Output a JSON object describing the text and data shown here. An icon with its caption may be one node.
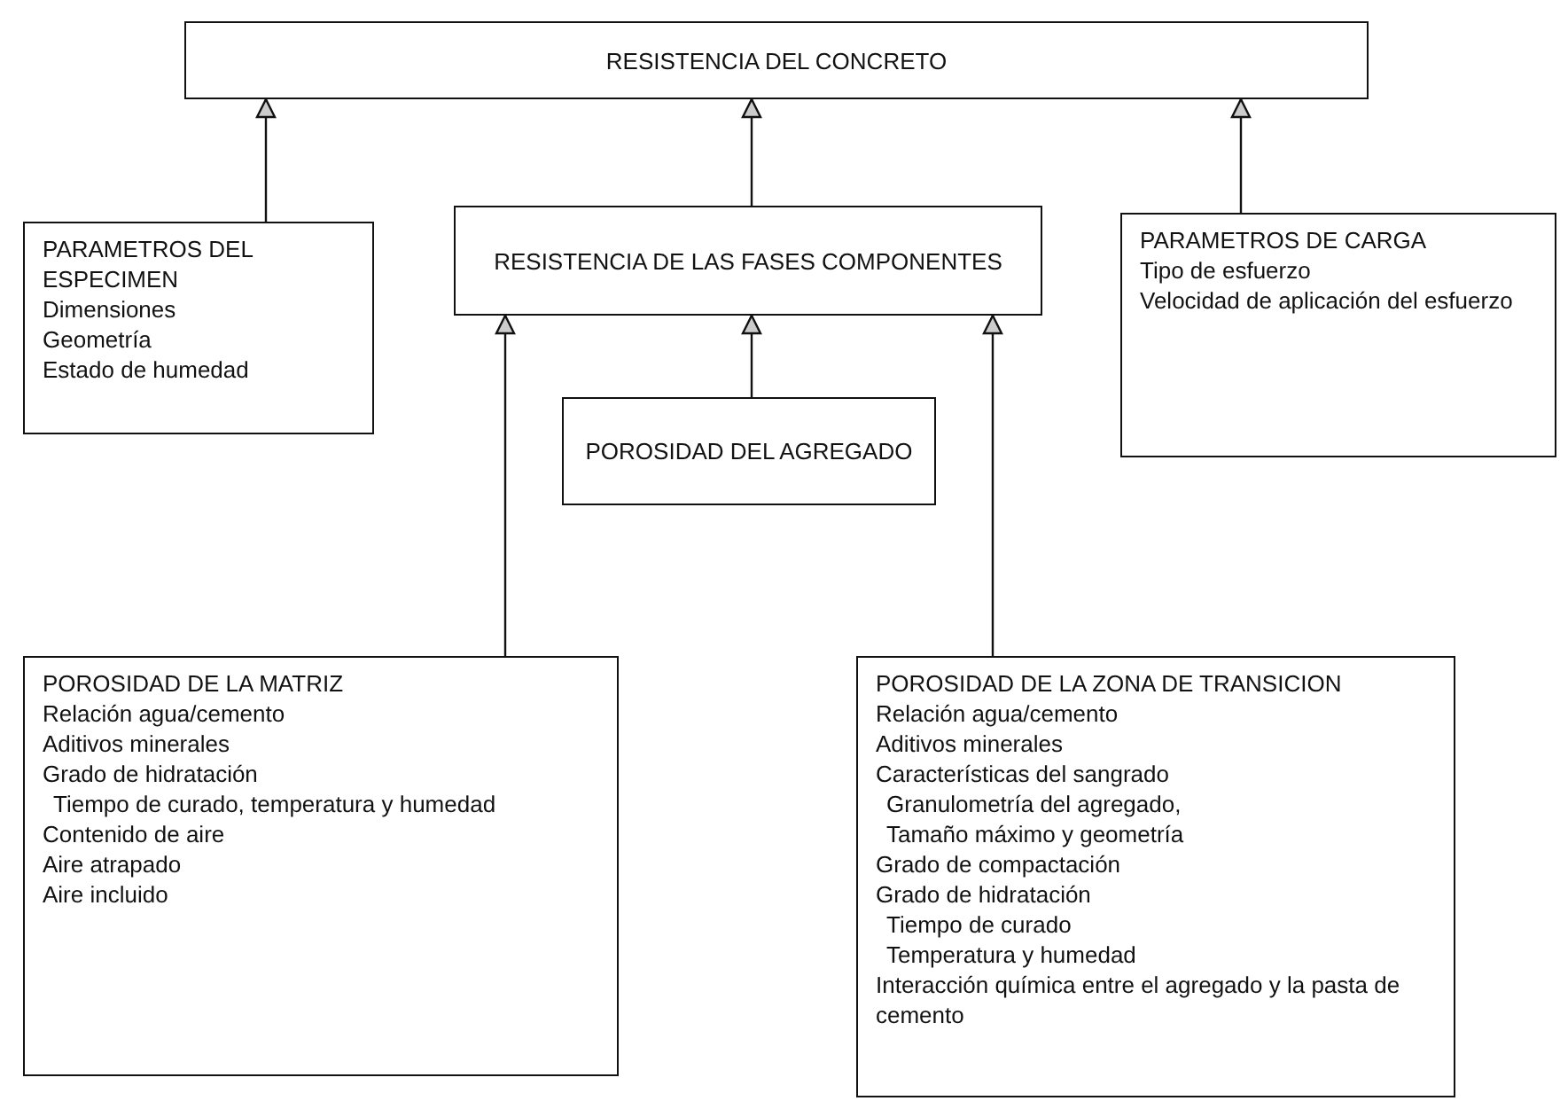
{
  "diagram": {
    "nodes": [
      {
        "text": [
          "RESISTENCIA DEL CONCRETO"
        ]
      },
      {
        "text": [
          "PARAMETROS DEL ESPECIMEN",
          "Dimensiones",
          "Geometría",
          "Estado de humedad"
        ]
      },
      {
        "text": [
          "RESISTENCIA DE LAS FASES COMPONENTES"
        ]
      },
      {
        "text": [
          "PARAMETROS DE CARGA",
          "Tipo de esfuerzo",
          "Velocidad de aplicación del esfuerzo"
        ]
      },
      {
        "text": [
          "POROSIDAD DEL AGREGADO"
        ]
      },
      {
        "text": [
          "POROSIDAD DE LA MATRIZ",
          "Relación agua/cemento",
          "Aditivos minerales",
          "Grado de hidratación",
          "Tiempo de curado, temperatura y humedad",
          "Contenido de aire",
          "Aire atrapado",
          "Aire incluido"
        ]
      },
      {
        "text": [
          "POROSIDAD DE LA ZONA DE TRANSICION",
          "Relación agua/cemento",
          "Aditivos minerales",
          "Características del sangrado",
          "Granulometría del agregado,",
          "Tamaño máximo y geometría",
          "Grado de compactación",
          "Grado de hidratación",
          "Tiempo de curado",
          "Temperatura y humedad",
          "Interacción química entre el agregado y la pasta de cemento"
        ]
      }
    ],
    "edges": [
      {
        "from": 1,
        "to": 0,
        "arrow": "to"
      },
      {
        "from": 2,
        "to": 0,
        "arrow": "to"
      },
      {
        "from": 3,
        "to": 0,
        "arrow": "to"
      },
      {
        "from": 5,
        "to": 2,
        "arrow": "to"
      },
      {
        "from": 4,
        "to": 2,
        "arrow": "to"
      },
      {
        "from": 6,
        "to": 2,
        "arrow": "to"
      }
    ]
  }
}
